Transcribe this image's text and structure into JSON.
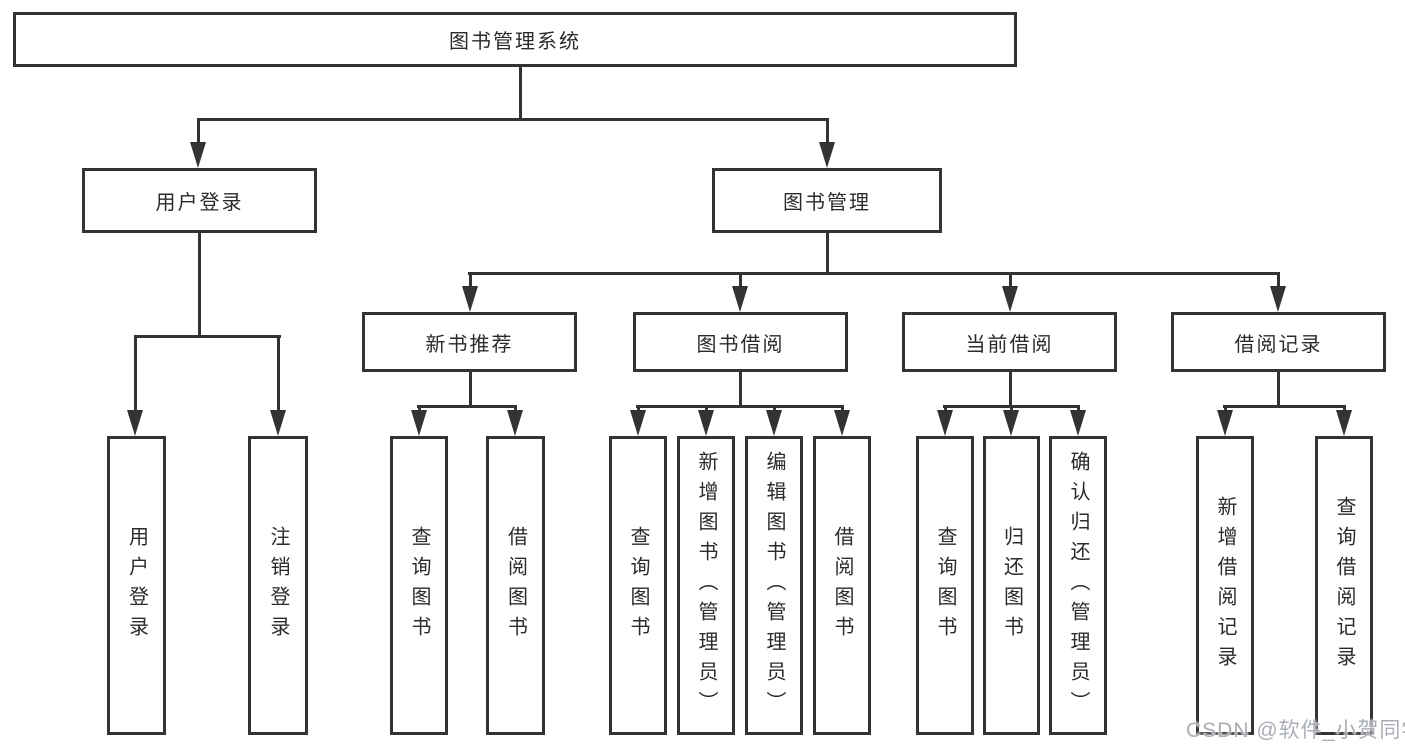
{
  "diagram": {
    "root_label": "图书管理系统",
    "branches": [
      {
        "label": "用户登录",
        "children": [
          {
            "label": "用户登录"
          },
          {
            "label": "注销登录"
          }
        ]
      },
      {
        "label": "图书管理",
        "children": [
          {
            "label": "新书推荐",
            "children": [
              {
                "label": "查询图书"
              },
              {
                "label": "借阅图书"
              }
            ]
          },
          {
            "label": "图书借阅",
            "children": [
              {
                "label": "查询图书"
              },
              {
                "label": "新增图书（管理员）"
              },
              {
                "label": "编辑图书（管理员）"
              },
              {
                "label": "借阅图书"
              }
            ]
          },
          {
            "label": "当前借阅",
            "children": [
              {
                "label": "查询图书"
              },
              {
                "label": "归还图书"
              },
              {
                "label": "确认归还（管理员）"
              }
            ]
          },
          {
            "label": "借阅记录",
            "children": [
              {
                "label": "新增借阅记录"
              },
              {
                "label": "查询借阅记录"
              }
            ]
          }
        ]
      }
    ]
  },
  "watermark": {
    "text": "CSDN @软件_小贺同学"
  },
  "colors": {
    "line": "#333333",
    "text": "#2b2b2b",
    "watermark": "#a9aeb5",
    "background": "#ffffff"
  }
}
